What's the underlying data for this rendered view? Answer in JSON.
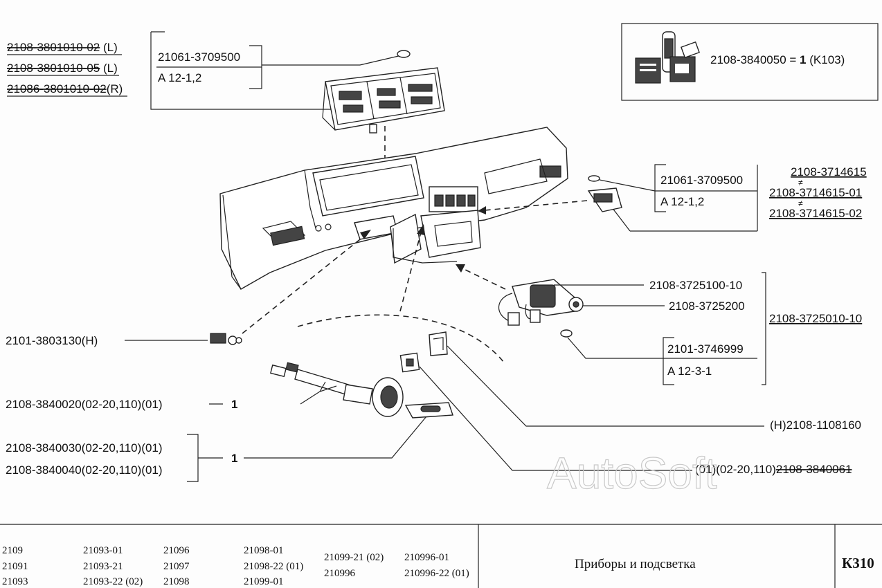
{
  "header_box": {
    "part": "2108-3840050 = ",
    "qty": "1",
    "ref": " (K103)"
  },
  "cluster": {
    "variants": [
      {
        "num": "2108-3801010-02",
        "side": " (L)"
      },
      {
        "num": "2108-3801010-05",
        "side": " (L)"
      },
      {
        "num": "21086-3801010-02",
        "side": "(R)"
      }
    ],
    "bulb_part": "21061-3709500",
    "bulb_type": "A 12-1,2"
  },
  "switch": {
    "bulb_part": "21061-3709500",
    "bulb_type": "A 12-1,2",
    "variants": [
      "2108-3714615",
      "2108-3714615-01",
      "2108-3714615-02"
    ],
    "neq": "≠"
  },
  "ignition": {
    "parts": [
      "2108-3725100-10",
      "2108-3725200"
    ],
    "assembly": "2108-3725010-10",
    "bulb_part": "2101-3746999",
    "bulb_type": "A 12-3-1"
  },
  "left_parts": {
    "sensor": "2101-3803130(H)",
    "cable": "2108-3840020(02-20,110)(01)",
    "cable_qty": "1",
    "plate_1": "2108-3840030(02-20,110)(01)",
    "plate_2": "2108-3840040(02-20,110)(01)",
    "plate_qty": "1"
  },
  "right_parts": {
    "clip": "(H)2108-1108160",
    "bracket_prefix": "(01)(02-20,110)",
    "bracket_num": "2108-3840061"
  },
  "watermark": "AutoSoft",
  "footer": {
    "models": [
      [
        "2109",
        "21091",
        "21093"
      ],
      [
        "21093-01",
        "21093-21",
        "21093-22 (02)"
      ],
      [
        "21096",
        "21097",
        "21098"
      ],
      [
        "21098-01",
        "21098-22 (01)",
        "21099-01"
      ],
      [
        "21099-21 (02)",
        "210996"
      ],
      [
        "210996-01",
        "210996-22 (01)"
      ]
    ],
    "title": "Приборы и подсветка",
    "code": "К310"
  }
}
